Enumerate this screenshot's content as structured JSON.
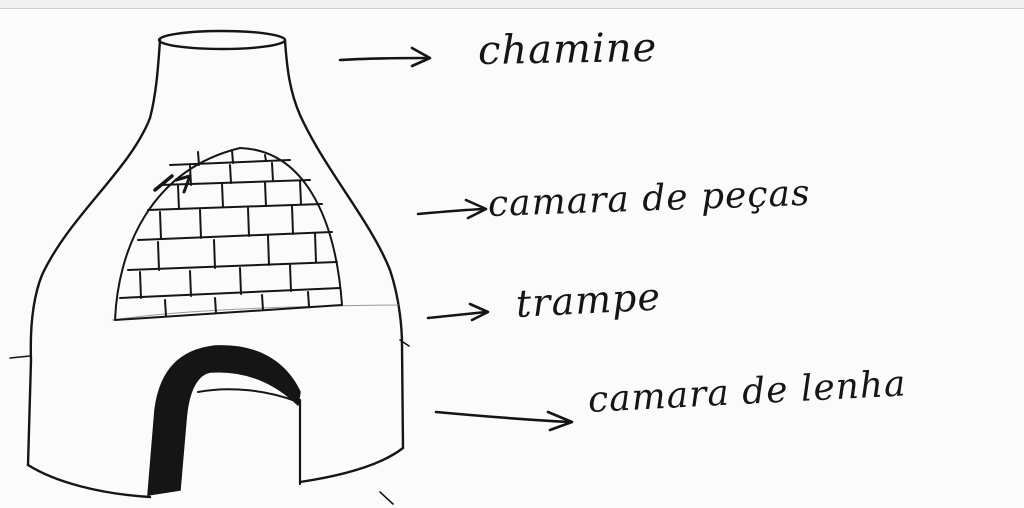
{
  "labels": {
    "chimney": "chamine",
    "pieces_chamber": "camara de peças",
    "trap": "trampe",
    "firewood_chamber": "camara de lenha"
  },
  "colors": {
    "ink": "#151515",
    "paper": "#fbfbfb"
  }
}
